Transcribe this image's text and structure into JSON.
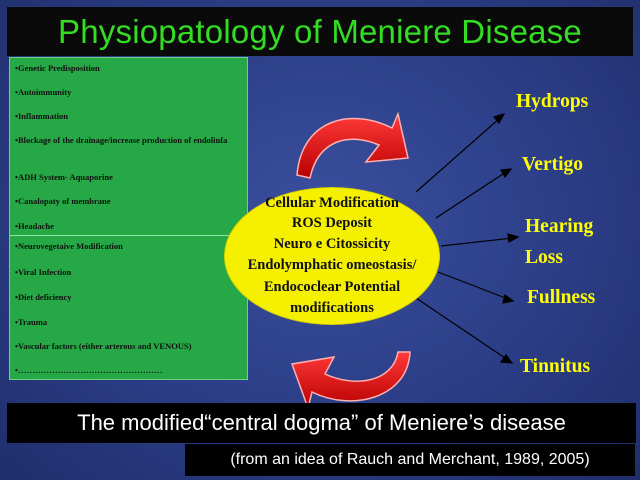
{
  "title": "Physiopatology of Meniere Disease",
  "causes": {
    "group_top": [
      "•Genetic Predisposition",
      "•Autoimmunity",
      "•Inflammation",
      "•Blockage of the drainage/increase production of endolinfa",
      "•ADH System- Aquaporine",
      "•Canalopaty of membrane",
      "•Headache"
    ],
    "group_bottom": [
      "•Neurovegetaive Modification",
      "•Viral Infection",
      "•Diet deficiency",
      "•Trauma",
      "•Vascular factors (either arterous and VENOUS)",
      "•……………………………………………"
    ]
  },
  "center": {
    "lines": [
      "Cellular Modification",
      "ROS Deposit",
      "Neuro e Citossicity",
      "Endolymphatic omeostasis/",
      "Endococlear Potential",
      "modifications"
    ]
  },
  "outcomes": {
    "hydrops": "Hydrops",
    "vertigo": "Vertigo",
    "hearing_loss_1": "Hearing",
    "hearing_loss_2": "Loss",
    "fullness": "Fullness",
    "tinnitus": "Tinnitus"
  },
  "footer": {
    "dogma": "The  modified“central dogma” of Meniere’s disease",
    "reference": "(from an idea of Rauch and Merchant, 1989, 2005)"
  },
  "colors": {
    "title_green": "#33dd22",
    "cause_box": "#25a845",
    "ellipse": "#f4f000",
    "outcome_yellow": "#ffff00",
    "arrow_red": "#e00000"
  }
}
